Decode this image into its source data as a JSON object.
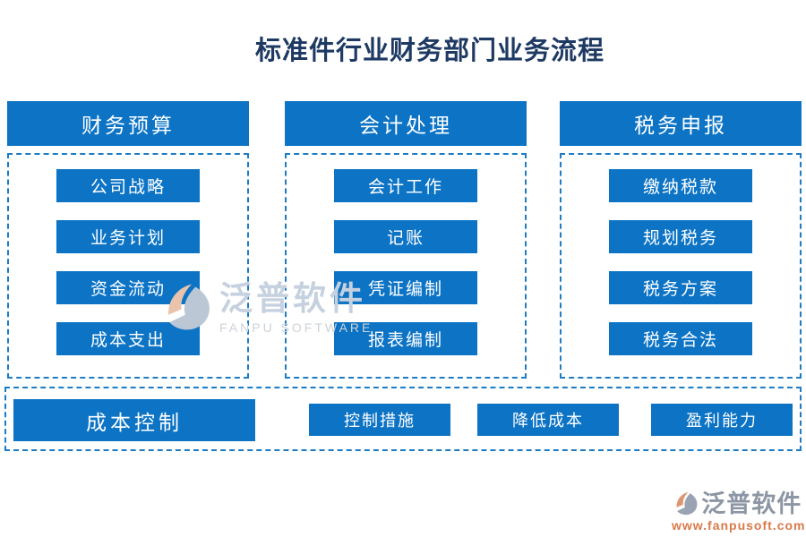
{
  "title": "标准件行业财务部门业务流程",
  "colors": {
    "node_blue": "#0d74c5",
    "dashed_border_blue": "#1d7cc4",
    "title_navy": "#1e3a63",
    "watermark_orange": "#d97a4a",
    "watermark_gray": "#8d96a4"
  },
  "columns": [
    {
      "header": "财务预算",
      "items": [
        "公司战略",
        "业务计划",
        "资金流动",
        "成本支出"
      ]
    },
    {
      "header": "会计处理",
      "items": [
        "会计工作",
        "记账",
        "凭证编制",
        "报表编制"
      ]
    },
    {
      "header": "税务申报",
      "items": [
        "缴纳税款",
        "规划税务",
        "税务方案",
        "税务合法"
      ]
    }
  ],
  "bottom": {
    "main": "成本控制",
    "items": [
      "控制措施",
      "降低成本",
      "盈利能力"
    ]
  },
  "watermark_center": {
    "brand": "泛普软件",
    "subtitle": "FANPU SOFTWARE"
  },
  "watermark_corner": {
    "brand": "泛普软件",
    "url": "www.fanpusoft.com"
  }
}
